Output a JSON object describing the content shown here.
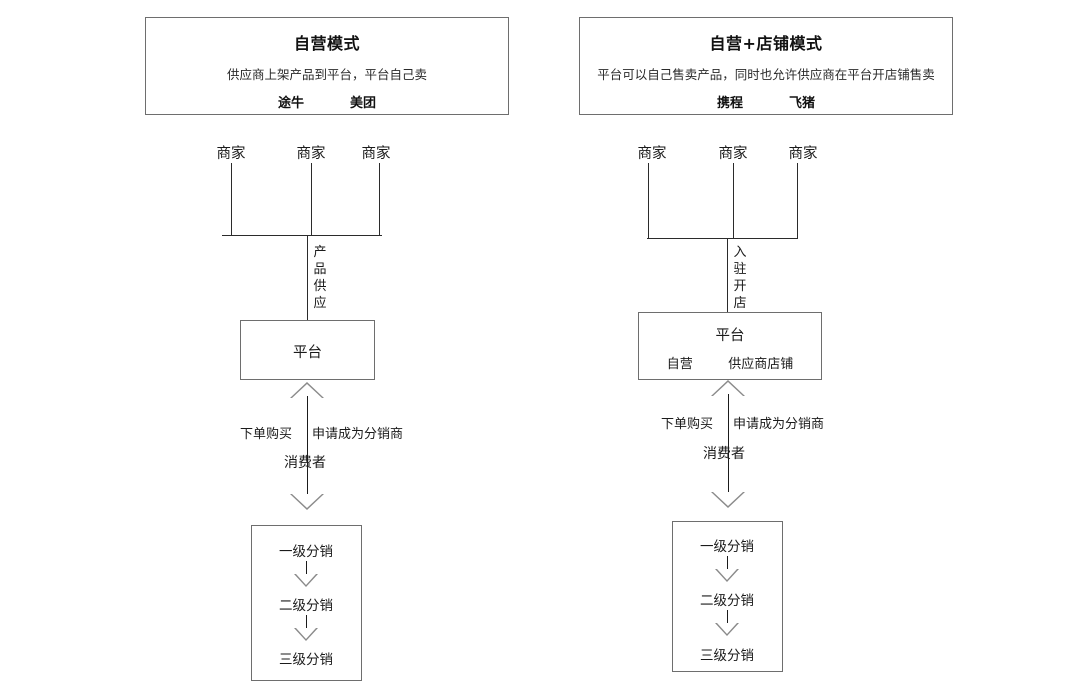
{
  "diagram": {
    "columns": [
      {
        "id": "self-operated",
        "header": {
          "title": "自营模式",
          "description": "供应商上架产品到平台，平台自己卖",
          "brands": [
            "途牛",
            "美团"
          ]
        },
        "merchants": [
          "商家",
          "商家",
          "商家"
        ],
        "supply_label": "产品供应",
        "platform": {
          "title": "平台",
          "segments": []
        },
        "consumer_flow": {
          "left_label": "下单购买",
          "right_label": "申请成为分销商",
          "actor": "消费者"
        },
        "distribution": [
          "一级分销",
          "二级分销",
          "三级分销"
        ]
      },
      {
        "id": "self-operated-plus-shop",
        "header": {
          "title": "自营+店铺模式",
          "description": "平台可以自己售卖产品，同时也允许供应商在平台开店铺售卖",
          "brands": [
            "携程",
            "飞猪"
          ]
        },
        "merchants": [
          "商家",
          "商家",
          "商家"
        ],
        "supply_label": "入驻开店",
        "platform": {
          "title": "平台",
          "segments": [
            "自营",
            "供应商店铺"
          ]
        },
        "consumer_flow": {
          "left_label": "下单购买",
          "right_label": "申请成为分销商",
          "actor": "消费者"
        },
        "distribution": [
          "一级分销",
          "二级分销",
          "三级分销"
        ]
      }
    ],
    "colors": {
      "box_border": "#6e6e6e",
      "connector_line": "#2b2b2b",
      "arrow_outline": "#8a8a8a",
      "text": "#1b1b1b",
      "background": "#ffffff"
    }
  }
}
